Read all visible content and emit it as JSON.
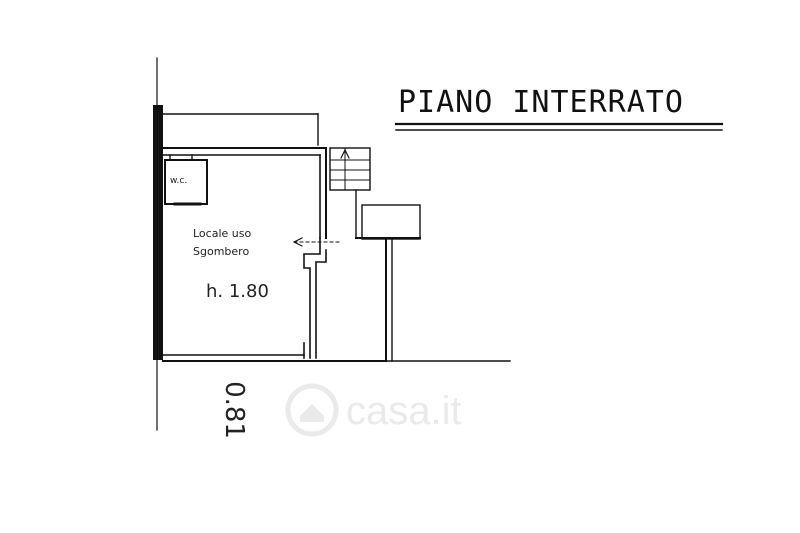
{
  "title": "PIANO   INTERRATO",
  "rooms": {
    "wc_label": "w.c.",
    "main_room_line1": "Locale uso",
    "main_room_line2": "Sgombero",
    "main_room_height": "h. 1.80"
  },
  "dimension_label": "0.81",
  "watermark": "casa.it",
  "colors": {
    "ink": "#111111",
    "watermark": "#d9d9d9"
  }
}
